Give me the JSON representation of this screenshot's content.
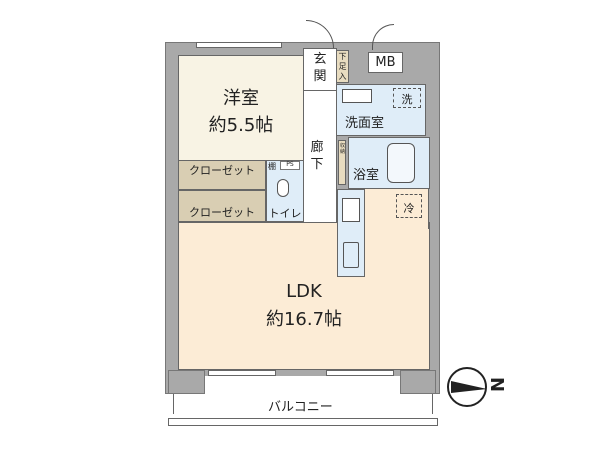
{
  "rooms": {
    "western_room": {
      "name": "洋室",
      "size": "約5.5帖"
    },
    "ldk": {
      "name": "LDK",
      "size": "約16.7帖"
    },
    "closet_1": "クローゼット",
    "closet_2": "クローゼット",
    "entrance": "玄関",
    "shoe_cabinet": "下足入",
    "meter_box": "MB",
    "washer": "洗",
    "washroom": "洗面室",
    "hallway": "廊下",
    "storage": "収納",
    "bathroom": "浴室",
    "toilet": "トイレ",
    "shelf": "棚",
    "pipe_space": "PS",
    "fridge": "冷",
    "balcony": "バルコニー"
  },
  "compass": {
    "label": "N"
  },
  "colors": {
    "wall": "#a9a9a9",
    "western_room": "#f8f3e4",
    "ldk": "#fcecd6",
    "wet_area": "#dfedf8",
    "closet": "#d9ceb3"
  }
}
